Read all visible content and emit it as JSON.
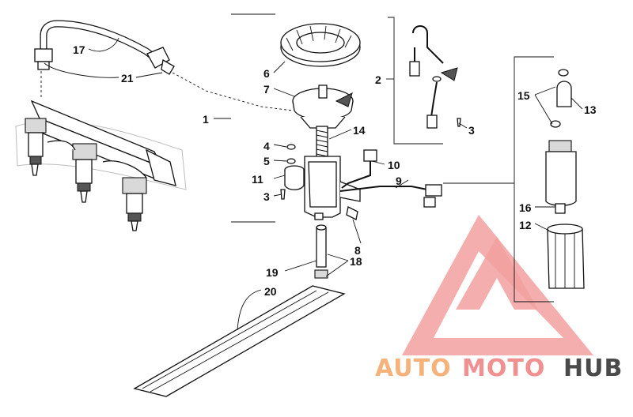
{
  "callouts": [
    {
      "id": "17",
      "text": "17"
    },
    {
      "id": "21",
      "text": "21"
    },
    {
      "id": "1",
      "text": "1"
    },
    {
      "id": "6",
      "text": "6"
    },
    {
      "id": "7",
      "text": "7"
    },
    {
      "id": "4",
      "text": "4"
    },
    {
      "id": "5",
      "text": "5"
    },
    {
      "id": "11",
      "text": "11"
    },
    {
      "id": "3a",
      "text": "3"
    },
    {
      "id": "14",
      "text": "14"
    },
    {
      "id": "10",
      "text": "10"
    },
    {
      "id": "9",
      "text": "9"
    },
    {
      "id": "8",
      "text": "8"
    },
    {
      "id": "19",
      "text": "19"
    },
    {
      "id": "18",
      "text": "18"
    },
    {
      "id": "20",
      "text": "20"
    },
    {
      "id": "2",
      "text": "2"
    },
    {
      "id": "3b",
      "text": "3"
    },
    {
      "id": "15",
      "text": "15"
    },
    {
      "id": "13",
      "text": "13"
    },
    {
      "id": "16",
      "text": "16"
    },
    {
      "id": "12",
      "text": "12"
    }
  ],
  "watermark": {
    "word_auto": "AUTO",
    "word_moto": "MOTO",
    "word_hub": "HUB",
    "color_auto": "#f5b27a",
    "color_moto": "#f09090",
    "color_hub": "#4a4a4a",
    "triangle_color": "#f2a0a0"
  }
}
